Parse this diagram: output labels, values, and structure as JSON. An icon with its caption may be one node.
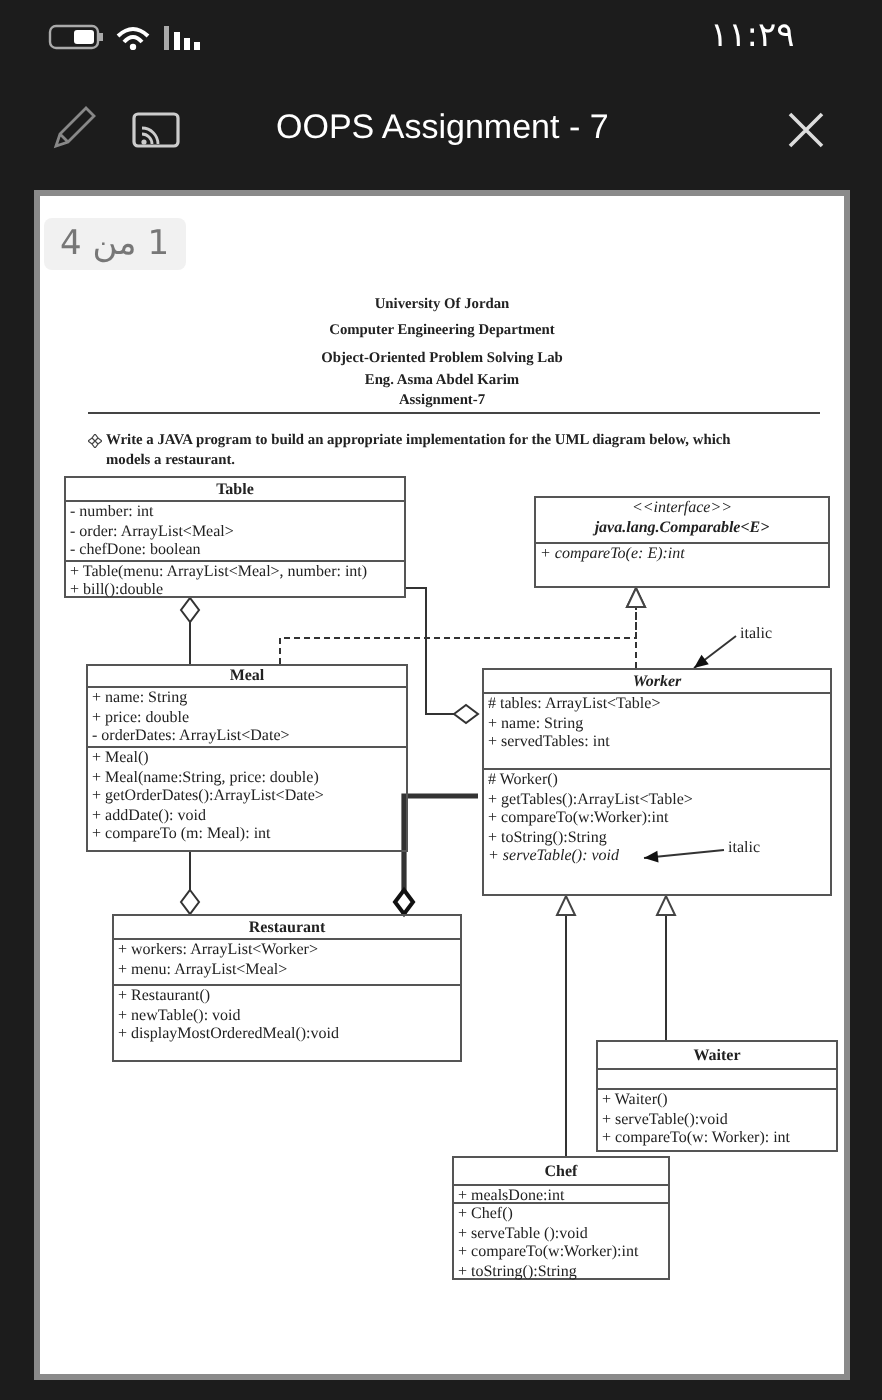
{
  "diagram": {
    "nodes": [
      {
        "text": [
          "Table",
          "- number: int",
          "- order: ArrayList<Meal>",
          "- chefDone: boolean",
          "+ Table(menu: ArrayList<Meal>, number: int)",
          "+ bill():double"
        ]
      },
      {
        "text": [
          "<<interface>>",
          "java.lang.Comparable<E>",
          "+ compareTo(e: E):int"
        ]
      },
      {
        "text": [
          "italic"
        ]
      },
      {
        "text": [
          "Meal",
          "+ name: String",
          "+ price: double",
          "- orderDates: ArrayList<Date>",
          "+ Meal()",
          "+ Meal(name:String, price: double)",
          "+ getOrderDates():ArrayList<Date>",
          "+ addDate(): void",
          "+ compareTo (m: Meal): int"
        ]
      },
      {
        "text": [
          "Worker",
          "# tables: ArrayList<Table>",
          "+ name: String",
          "+ servedTables: int",
          "# Worker()",
          "+ getTables():ArrayList<Table>",
          "+ compareTo(w:Worker):int",
          "+ toString():String",
          "+ serveTable(): void"
        ]
      },
      {
        "text": [
          "italic"
        ],
        "in": 4
      },
      {
        "text": [
          "Restaurant",
          "+ workers: ArrayList<Worker>",
          "+ menu: ArrayList<Meal>",
          "+ Restaurant()",
          "+ newTable(): void",
          "+ displayMostOrderedMeal():void"
        ]
      },
      {
        "text": [
          "Waiter",
          "+ Waiter()",
          "+ serveTable():void",
          "+ compareTo(w: Worker): int"
        ]
      },
      {
        "text": [
          "Chef",
          "+ mealsDone:int",
          "+ Chef()",
          "+ serveTable ():void",
          "+ compareTo(w:Worker):int",
          "+ toString():String"
        ]
      }
    ],
    "edges": [
      {
        "from": 3,
        "to": 0,
        "arrow": "other"
      },
      {
        "from": 3,
        "to": 1,
        "arrow": "to",
        "style": "dashed"
      },
      {
        "from": 4,
        "to": 1,
        "arrow": "to",
        "style": "dashed"
      },
      {
        "from": 0,
        "to": 4,
        "arrow": "other"
      },
      {
        "from": 3,
        "to": 6,
        "arrow": "other"
      },
      {
        "from": 4,
        "to": 6,
        "arrow": "other",
        "style": "thick"
      },
      {
        "from": 8,
        "to": 4,
        "arrow": "to"
      },
      {
        "from": 7,
        "to": 4,
        "arrow": "to"
      },
      {
        "from": 2,
        "to": 4,
        "arrow": "to"
      },
      {
        "from": 5,
        "to": 4,
        "arrow": "to"
      }
    ],
    "labels": [
      "١١:٢٩",
      "OOPS Assignment - 7",
      "1 من 4",
      "University Of Jordan",
      "Computer Engineering Department",
      "Object-Oriented Problem Solving Lab",
      "Eng. Asma Abdel Karim",
      "Assignment-7",
      "Write a JAVA program to build an appropriate implementation for the UML diagram below, which models a restaurant."
    ]
  }
}
